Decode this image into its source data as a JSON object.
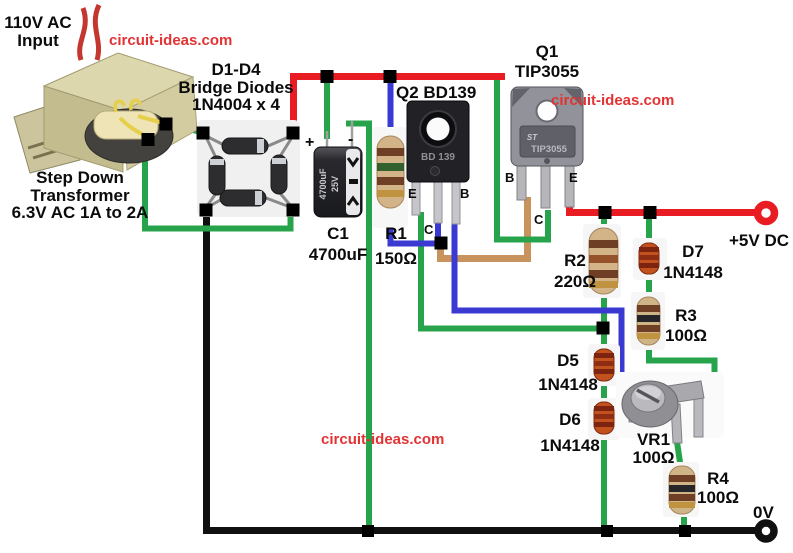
{
  "watermarks": {
    "top": "circuit-ideas.com",
    "middle": "circuit-ideas.com",
    "bottom": "circuit-ideas.com"
  },
  "labels": {
    "input": {
      "line1": "110V AC",
      "line2": "Input"
    },
    "bridge": {
      "line1": "D1-D4",
      "line2": "Bridge Diodes",
      "line3": "1N4004 x 4"
    },
    "transformer": {
      "line1": "Step Down",
      "line2": "Transformer",
      "line3": "6.3V AC 1A to 2A"
    },
    "c1": {
      "name": "C1",
      "value": "4700uF",
      "plus": "+",
      "minus": "-",
      "print1": "4700uF",
      "print2": "25V"
    },
    "r1": {
      "name": "R1",
      "value": "150Ω"
    },
    "q2": {
      "title": "Q2 BD139",
      "print": "BD 139",
      "pin_e": "E",
      "pin_c": "C",
      "pin_b": "B"
    },
    "q1": {
      "name": "Q1",
      "part": "TIP3055",
      "print": "TIP3055",
      "logo": "ST",
      "pin_b": "B",
      "pin_c": "C",
      "pin_e": "E"
    },
    "r2": {
      "name": "R2",
      "value": "220Ω"
    },
    "d7": {
      "name": "D7",
      "value": "1N4148"
    },
    "r3": {
      "name": "R3",
      "value": "100Ω"
    },
    "d5": {
      "name": "D5",
      "value": "1N4148"
    },
    "d6": {
      "name": "D6",
      "value": "1N4148"
    },
    "vr1": {
      "name": "VR1",
      "value": "100Ω"
    },
    "r4": {
      "name": "R4",
      "value": "100Ω"
    },
    "output_positive": "+5V DC",
    "output_ground": "0V"
  },
  "colors": {
    "red_wire": "#e81c22",
    "green_wire": "#27a44b",
    "blue_wire": "#3a3ad2",
    "tan_wire": "#c9935e",
    "black_wire": "#101010",
    "junction": "#000000",
    "watermark": "#e23333",
    "label_text": "#0b0b0b"
  }
}
